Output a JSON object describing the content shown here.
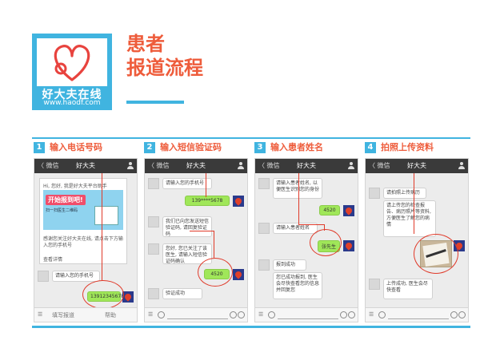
{
  "logo": {
    "name": "好大夫在线",
    "url": "www.haodf.com"
  },
  "title": {
    "line1": "患者",
    "line2": "报道流程"
  },
  "colors": {
    "accent_blue": "#40b4e0",
    "accent_red": "#ee5c3b",
    "bubble_green": "#a0e759"
  },
  "steps": [
    {
      "num": "1",
      "label": "输入电话号码",
      "header_back": "〈 微信",
      "header_title": "好大夫",
      "card_title": "Hi, 您好, 我是好大夫平台助手",
      "banner_title": "开始报到吧!",
      "banner_sub": "扫一扫医生二维码",
      "card_desc": "感谢您关注好大夫在线, 请点击下方输入您的手机号",
      "card_more": "查看详情",
      "bubble_left": "请输入您的手机号",
      "bubble_phone": "13912345678",
      "footer_left": "填写报道",
      "footer_right": "帮助"
    },
    {
      "num": "2",
      "label": "输入短信验证码",
      "header_back": "〈 微信",
      "header_title": "好大夫",
      "msg1": "请输入您的手机号",
      "phone_reply": "139****5678",
      "msg2": "我们已向您发送短信验证码, 请回复验证码",
      "msg3": "您好, 您已关注了该医生, 请输入短信验证码确认",
      "code_reply": "4520",
      "msg4": "验证成功"
    },
    {
      "num": "3",
      "label": "输入患者姓名",
      "header_back": "〈 微信",
      "header_title": "好大夫",
      "msg1": "请输入患者姓名, 以便医生识别您的身份",
      "reply1": "4520",
      "msg2": "请输入患者姓名",
      "reply2": "张先生",
      "msg3": "报到成功",
      "msg4": "您已成功报到, 医生会尽快查看您的信息并回复您"
    },
    {
      "num": "4",
      "label": "拍照上传资料",
      "header_back": "〈 微信",
      "header_title": "好大夫",
      "msg1": "请拍照上传病历",
      "msg2": "请上传您的检查报告、病历照片等资料, 方便医生了解您的病情",
      "msg3": "上传成功, 医生会尽快查看"
    }
  ]
}
